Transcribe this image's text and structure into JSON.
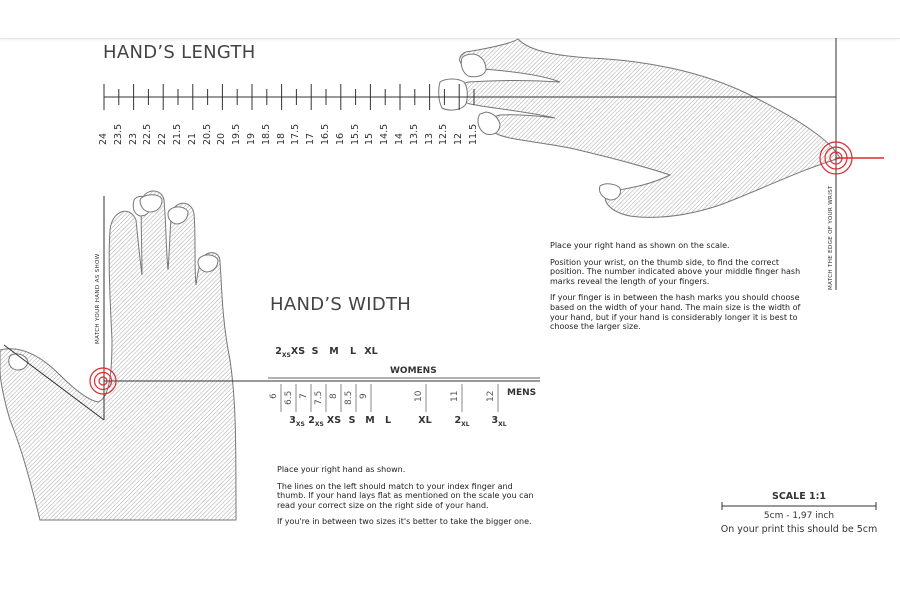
{
  "length_section": {
    "title": "HAND’S LENGTH",
    "tick_labels": [
      "24",
      "23.5",
      "23",
      "22.5",
      "22",
      "21.5",
      "21",
      "20.5",
      "20",
      "19.5",
      "19",
      "18.5",
      "18",
      "17.5",
      "17",
      "16.5",
      "16",
      "15.5",
      "15",
      "14.5",
      "14",
      "13.5",
      "13",
      "12.5",
      "12",
      "11.5"
    ],
    "side_label": "MATCH THE EDGE OF YOUR WRIST",
    "instructions": [
      "Place your right hand as shown on the scale.",
      "Position your wrist, on the thumb side, to find the correct position. The number indicated above your middle finger hash marks reveal the length of your fingers.",
      "If your finger is in between the hash marks you should choose based on the width of your hand. The main size is the width of your hand, but if your hand is considerably longer it is best to choose the larger size."
    ]
  },
  "width_section": {
    "title": "HAND’S WIDTH",
    "side_label": "MATCH YOUR HAND AS SHOW",
    "womens_label": "WOMENS",
    "mens_label": "MENS",
    "womens_sizes": [
      {
        "main": "2",
        "sub": "XS"
      },
      {
        "main": "XS",
        "sub": ""
      },
      {
        "main": "S",
        "sub": ""
      },
      {
        "main": "M",
        "sub": ""
      },
      {
        "main": "L",
        "sub": ""
      },
      {
        "main": "XL",
        "sub": ""
      }
    ],
    "tick_labels": [
      "6",
      "6.5",
      "7",
      "7.5",
      "8",
      "8.5",
      "9",
      "10",
      "11",
      "12"
    ],
    "mens_sizes": [
      {
        "main": "3",
        "sub": "XS"
      },
      {
        "main": "2",
        "sub": "XS"
      },
      {
        "main": "XS",
        "sub": ""
      },
      {
        "main": "S",
        "sub": ""
      },
      {
        "main": "M",
        "sub": ""
      },
      {
        "main": "L",
        "sub": ""
      },
      {
        "main": "XL",
        "sub": ""
      },
      {
        "main": "2",
        "sub": "XL"
      },
      {
        "main": "3",
        "sub": "XL"
      }
    ],
    "instructions": [
      "Place your right hand as shown.",
      "The lines on the left should match to your index finger and thumb. If your hand lays flat as mentioned on the scale you can read your correct size on the right side of your hand.",
      "If you're in between two sizes it's better to take the bigger one."
    ]
  },
  "scale": {
    "title": "SCALE 1:1",
    "measure": "5cm - 1,97 inch",
    "note": "On your print this should be 5cm"
  },
  "colors": {
    "accent_red": "#e0282f",
    "line": "#333333",
    "hatch": "#9a9a9a"
  }
}
